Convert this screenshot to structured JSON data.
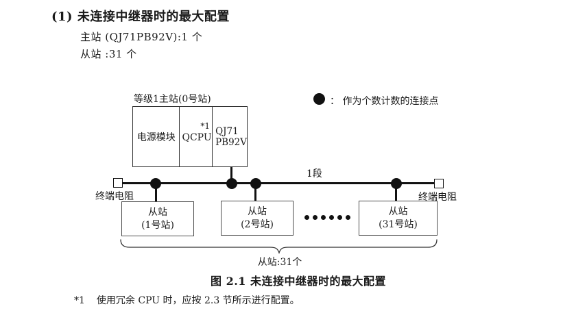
{
  "page": {
    "heading": "(1) 未连接中继器时的最大配置",
    "master_spec": "主站 (QJ71PB92V):1 个",
    "slave_spec": "从站 :31 个",
    "figure_caption": "图 2.1 未连接中继器时的最大配置",
    "footnote": {
      "marker": "*1",
      "text": "使用冗余 CPU 时，应按 2.3 节所示进行配置。"
    }
  },
  "diagram": {
    "legend": {
      "dot_symbol": "●",
      "text": "： 作为个数计数的连接点"
    },
    "master_station": {
      "label": "等级1主站(0号站)",
      "module_power": "电源模块",
      "module_cpu": "QCPU",
      "module_cpu_note": "*1",
      "module_pb_line1": "QJ71",
      "module_pb_line2": "PB92V"
    },
    "segment_label": "1段",
    "terminator_left_label": "终端电阻",
    "terminator_right_label": "终端电阻",
    "slaves": [
      {
        "name": "从站",
        "station": "(1号站)"
      },
      {
        "name": "从站",
        "station": "(2号站)"
      },
      {
        "name": "从站",
        "station": "(31号站)"
      }
    ],
    "ellipsis_dot_count": 6,
    "slave_total_label": "从站:31个",
    "colors": {
      "line": "#111111",
      "box_border": "#3c3c3c",
      "text": "#1a1a1a",
      "background": "#ffffff"
    }
  }
}
